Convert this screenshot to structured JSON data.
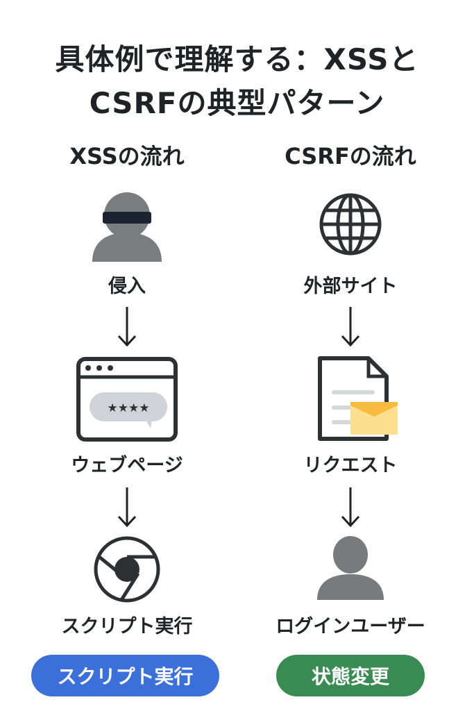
{
  "title": {
    "line1": "具体例で理解する：XSSと",
    "line2": "CSRFの典型パターン"
  },
  "xss": {
    "heading": "XSSの流れ",
    "steps": [
      {
        "label": "侵入",
        "icon": "hacker-icon"
      },
      {
        "label": "ウェブページ",
        "icon": "browser-window-icon"
      },
      {
        "label": "スクリプト実行",
        "icon": "browser-logo-icon"
      }
    ],
    "result_button": "スクリプト実行",
    "result_color": "#3b6fd9"
  },
  "csrf": {
    "heading": "CSRFの流れ",
    "steps": [
      {
        "label": "外部サイト",
        "icon": "globe-icon"
      },
      {
        "label": "リクエスト",
        "icon": "document-envelope-icon"
      },
      {
        "label": "ログインユーザー",
        "icon": "user-icon"
      }
    ],
    "result_button": "状態変更",
    "result_color": "#3a8b53"
  },
  "bubble_text": "★★★★"
}
